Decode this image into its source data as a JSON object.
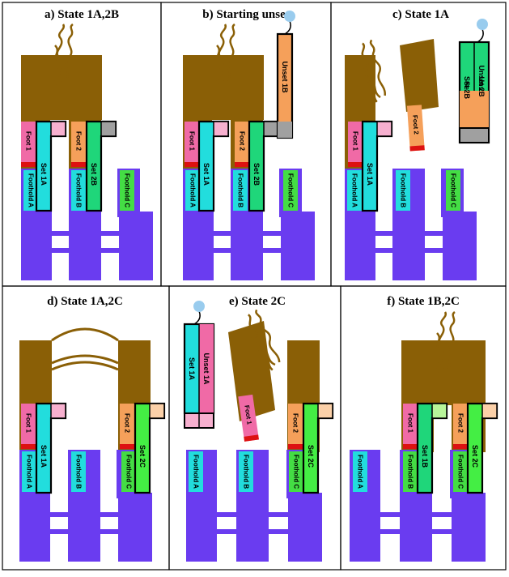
{
  "colors": {
    "brown": "#8a5f06",
    "purple": "#6a3cf0",
    "cyan": "#22dddd",
    "pink": "#f06aa6",
    "pink_light": "#f7b0cf",
    "orange": "#f5a05a",
    "orange_light": "#fbd0a8",
    "green": "#1fd67a",
    "green_bright": "#44ee44",
    "green_light": "#b8f59a",
    "red": "#dd1111",
    "gray": "#a0a0a0",
    "bead": "#99ccee",
    "foothold_label_bg": "#40ccee",
    "foothold_c_bg": "#44dd44"
  },
  "panels": [
    {
      "title": "a) State 1A,2B"
    },
    {
      "title": "b) Starting unset"
    },
    {
      "title": "c) State 1A"
    },
    {
      "title": "d) State 1A,2C"
    },
    {
      "title": "e) State 2C"
    },
    {
      "title": "f) State 1B,2C"
    }
  ],
  "labels": {
    "foot1": "Foot 1",
    "foot2": "Foot 2",
    "foothold_a": "Foothold A",
    "foothold_b": "Foothold B",
    "foothold_c": "Foothold C",
    "set_1a": "Set 1A",
    "set_1b": "Set 1B",
    "set_2b": "Set 2B",
    "set_2c": "Set 2C",
    "unset_1a": "Unset 1A",
    "unset_1b": "Unset 1B",
    "unset_2b": "Unset 2B"
  }
}
